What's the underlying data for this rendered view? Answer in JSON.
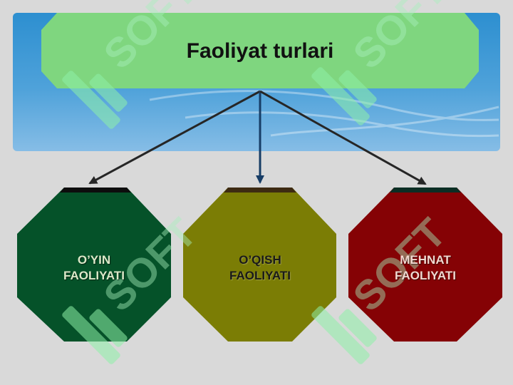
{
  "title": "Faoliyat turlari",
  "nodes": [
    {
      "line1": "O’YIN",
      "line2": "FAOLIYATI",
      "fill": "#055229",
      "cap": "#0d0d0d",
      "text_color": "#dce8c8"
    },
    {
      "line1": "O’QISH",
      "line2": "FAOLIYATI",
      "fill": "#7b7d05",
      "cap": "#3d2a12",
      "text_color": "#1a1a1a"
    },
    {
      "line1": "MEHNAT",
      "line2": "FAOLIYATI",
      "fill": "#850205",
      "cap": "#0b2e24",
      "text_color": "#f0d8d0"
    }
  ],
  "colors": {
    "background": "#d9d9d9",
    "banner_top": "#2d8fd0",
    "banner_bottom": "#7fb8e4",
    "title_box": "#7fd67f",
    "arrows_dark": "#262626",
    "arrow_blue": "#173d66"
  },
  "watermark": "SOFT"
}
